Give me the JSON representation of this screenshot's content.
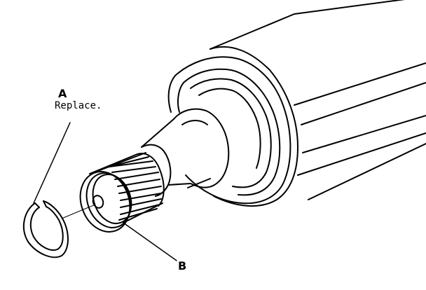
{
  "labels": {
    "a": {
      "letter": "A",
      "note": "Replace."
    },
    "b": {
      "letter": "B"
    }
  },
  "colors": {
    "ink": "#000000",
    "paper": "#ffffff"
  }
}
